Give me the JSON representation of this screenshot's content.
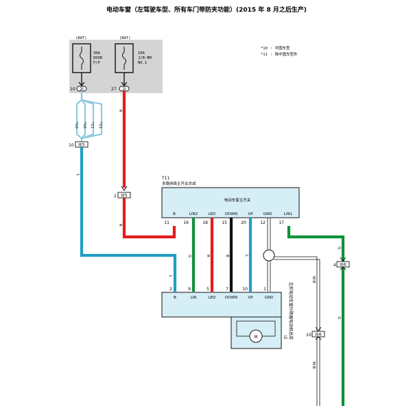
{
  "title": "电动车窗（左驾驶车型、所有车门带防夹功能）(2015 年 8 月之后生产)",
  "legend": [
    {
      "mark": "*10",
      "text": ": 中国车型"
    },
    {
      "mark": "*11",
      "text": ": 除中国车型外"
    }
  ],
  "fuses": [
    {
      "bat": "(BAT)",
      "rating": "30A",
      "name": "DOOR",
      "sub": "F/P",
      "conn_pin": "10",
      "conn": "2I"
    },
    {
      "bat": "(BAT)",
      "rating": "10A",
      "name": "J/B-BM",
      "sub": "NO.1",
      "conn_pin": "27",
      "conn": "2I"
    }
  ],
  "splices": [
    {
      "id": "IE5",
      "pin": "10"
    },
    {
      "id": "IE5",
      "pin": "2"
    },
    {
      "id": "IE6",
      "pin": "4"
    },
    {
      "id": "IE6",
      "pin": "10"
    }
  ],
  "wire_marks": {
    "star10": "*10",
    "star11": "*11",
    "L": "L",
    "R": "R",
    "G": "G",
    "B": "B",
    "W_B": "W-B"
  },
  "master_switch": {
    "ref": "T11",
    "title": "多路网络主开关总成",
    "inner": "电动车窗主开关",
    "pins": [
      {
        "num": "11",
        "sig": "B"
      },
      {
        "num": "16",
        "sig": "LIN2"
      },
      {
        "num": "18",
        "sig": "LED"
      },
      {
        "num": "15",
        "sig": "DOWN"
      },
      {
        "num": "20",
        "sig": "UP"
      },
      {
        "num": "12",
        "sig": "GND"
      },
      {
        "num": "17",
        "sig": "LIN1"
      }
    ]
  },
  "motor_unit": {
    "ref": "I2",
    "title": "左前电动车窗升降器电动机总成",
    "motor": "M",
    "pins": [
      {
        "num": "2",
        "sig": "B"
      },
      {
        "num": "9",
        "sig": "LIN"
      },
      {
        "num": "5",
        "sig": "LED"
      },
      {
        "num": "7",
        "sig": "DOWN"
      },
      {
        "num": "10",
        "sig": "UP"
      },
      {
        "num": "1",
        "sig": "GND"
      }
    ]
  },
  "colors": {
    "blue": "#1f9fc4",
    "red": "#e41c1c",
    "green": "#10913a",
    "black": "#111111",
    "panel": "#d4d4d4",
    "box": "#d6eef5"
  }
}
